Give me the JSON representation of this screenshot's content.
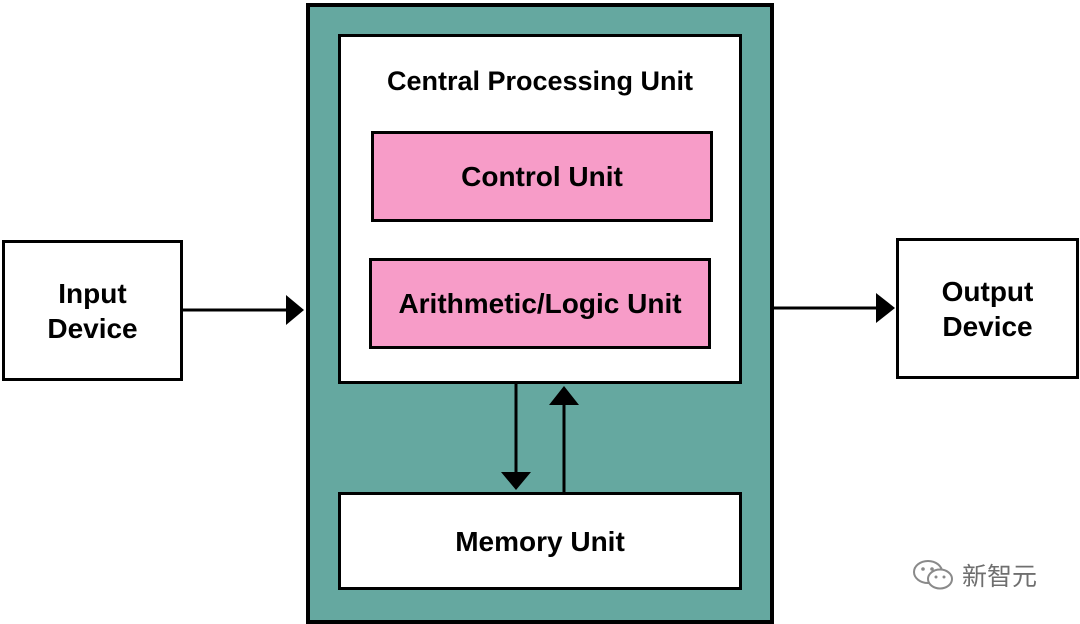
{
  "input_device": {
    "label": "Input\nDevice"
  },
  "output_device": {
    "label": "Output\nDevice"
  },
  "cpu": {
    "title": "Central Processing Unit",
    "control_unit": "Control Unit",
    "alu": "Arithmetic/Logic Unit"
  },
  "memory_unit": {
    "label": "Memory Unit"
  },
  "watermark": {
    "text": "新智元",
    "icon": "wechat-icon"
  },
  "colors": {
    "container": "#65a8a0",
    "unit_fill": "#f79cc8",
    "box_fill": "#ffffff",
    "stroke": "#000000"
  }
}
